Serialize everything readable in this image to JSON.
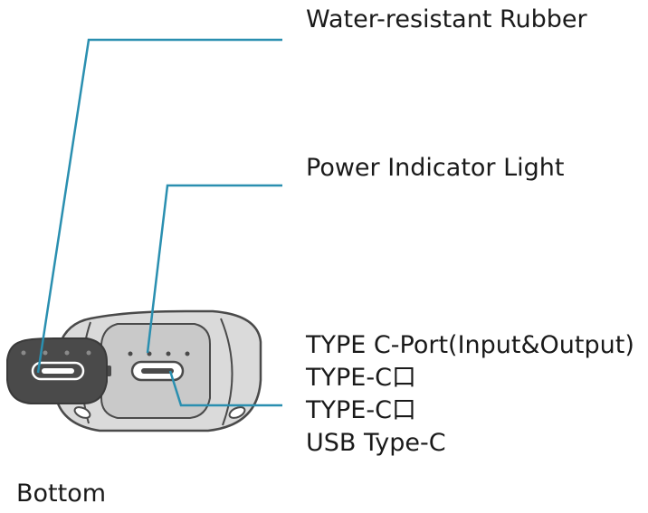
{
  "labels": {
    "rubber": "Water-resistant Rubber",
    "light": "Power Indicator Light",
    "port": [
      "TYPE C-Port(Input&Output)",
      "TYPE-C口",
      "TYPE-C口",
      "USB Type-C"
    ],
    "bottom": "Bottom"
  },
  "colors": {
    "leader_line": "#2a8fb0",
    "device_body": "#dadada",
    "device_outline": "#4a4a4a",
    "rubber_cover": "#4a4a4a",
    "text": "#1a1a1a"
  }
}
